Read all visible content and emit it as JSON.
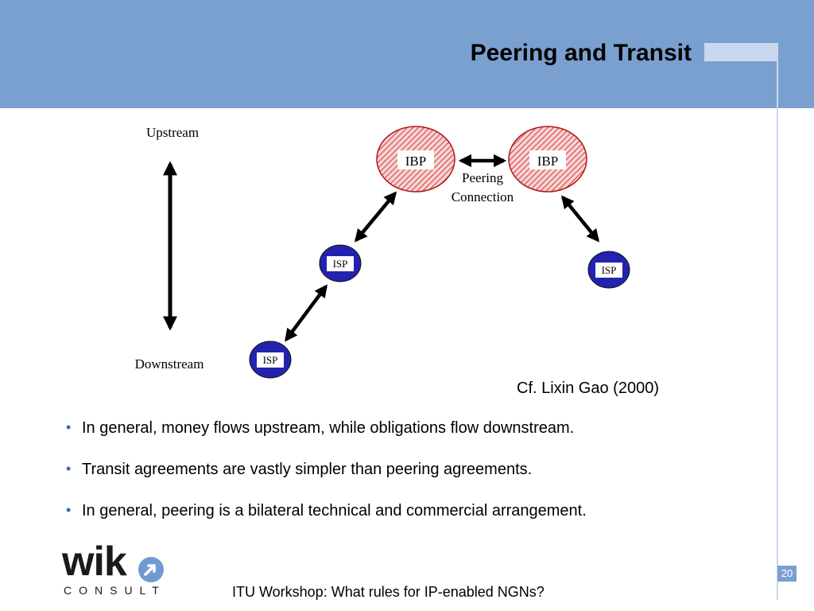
{
  "slide": {
    "title": "Peering and Transit",
    "citation": "Cf. Lixin Gao (2000)",
    "page_number": "20",
    "footer": "ITU Workshop: What rules for IP-enabled NGNs?"
  },
  "diagram": {
    "upstream_label": "Upstream",
    "downstream_label": "Downstream",
    "peering_label_line1": "Peering",
    "peering_label_line2": "Connection",
    "nodes": {
      "ibp_left": "IBP",
      "ibp_right": "IBP",
      "isp_middle": "ISP",
      "isp_right": "ISP",
      "isp_bottom": "ISP"
    },
    "colors": {
      "ibp_fill": "#e05050",
      "ibp_stroke": "#b01818",
      "isp_fill": "#2323b0",
      "header": "#7aa0d0"
    }
  },
  "bullets": [
    "In general, money flows upstream, while obligations flow downstream.",
    "Transit agreements are vastly simpler than peering agreements.",
    "In general, peering is a bilateral technical and commercial arrangement."
  ],
  "logo": {
    "word": "wik",
    "sub": "CONSULT",
    "icon": "arrow-circle-icon"
  }
}
